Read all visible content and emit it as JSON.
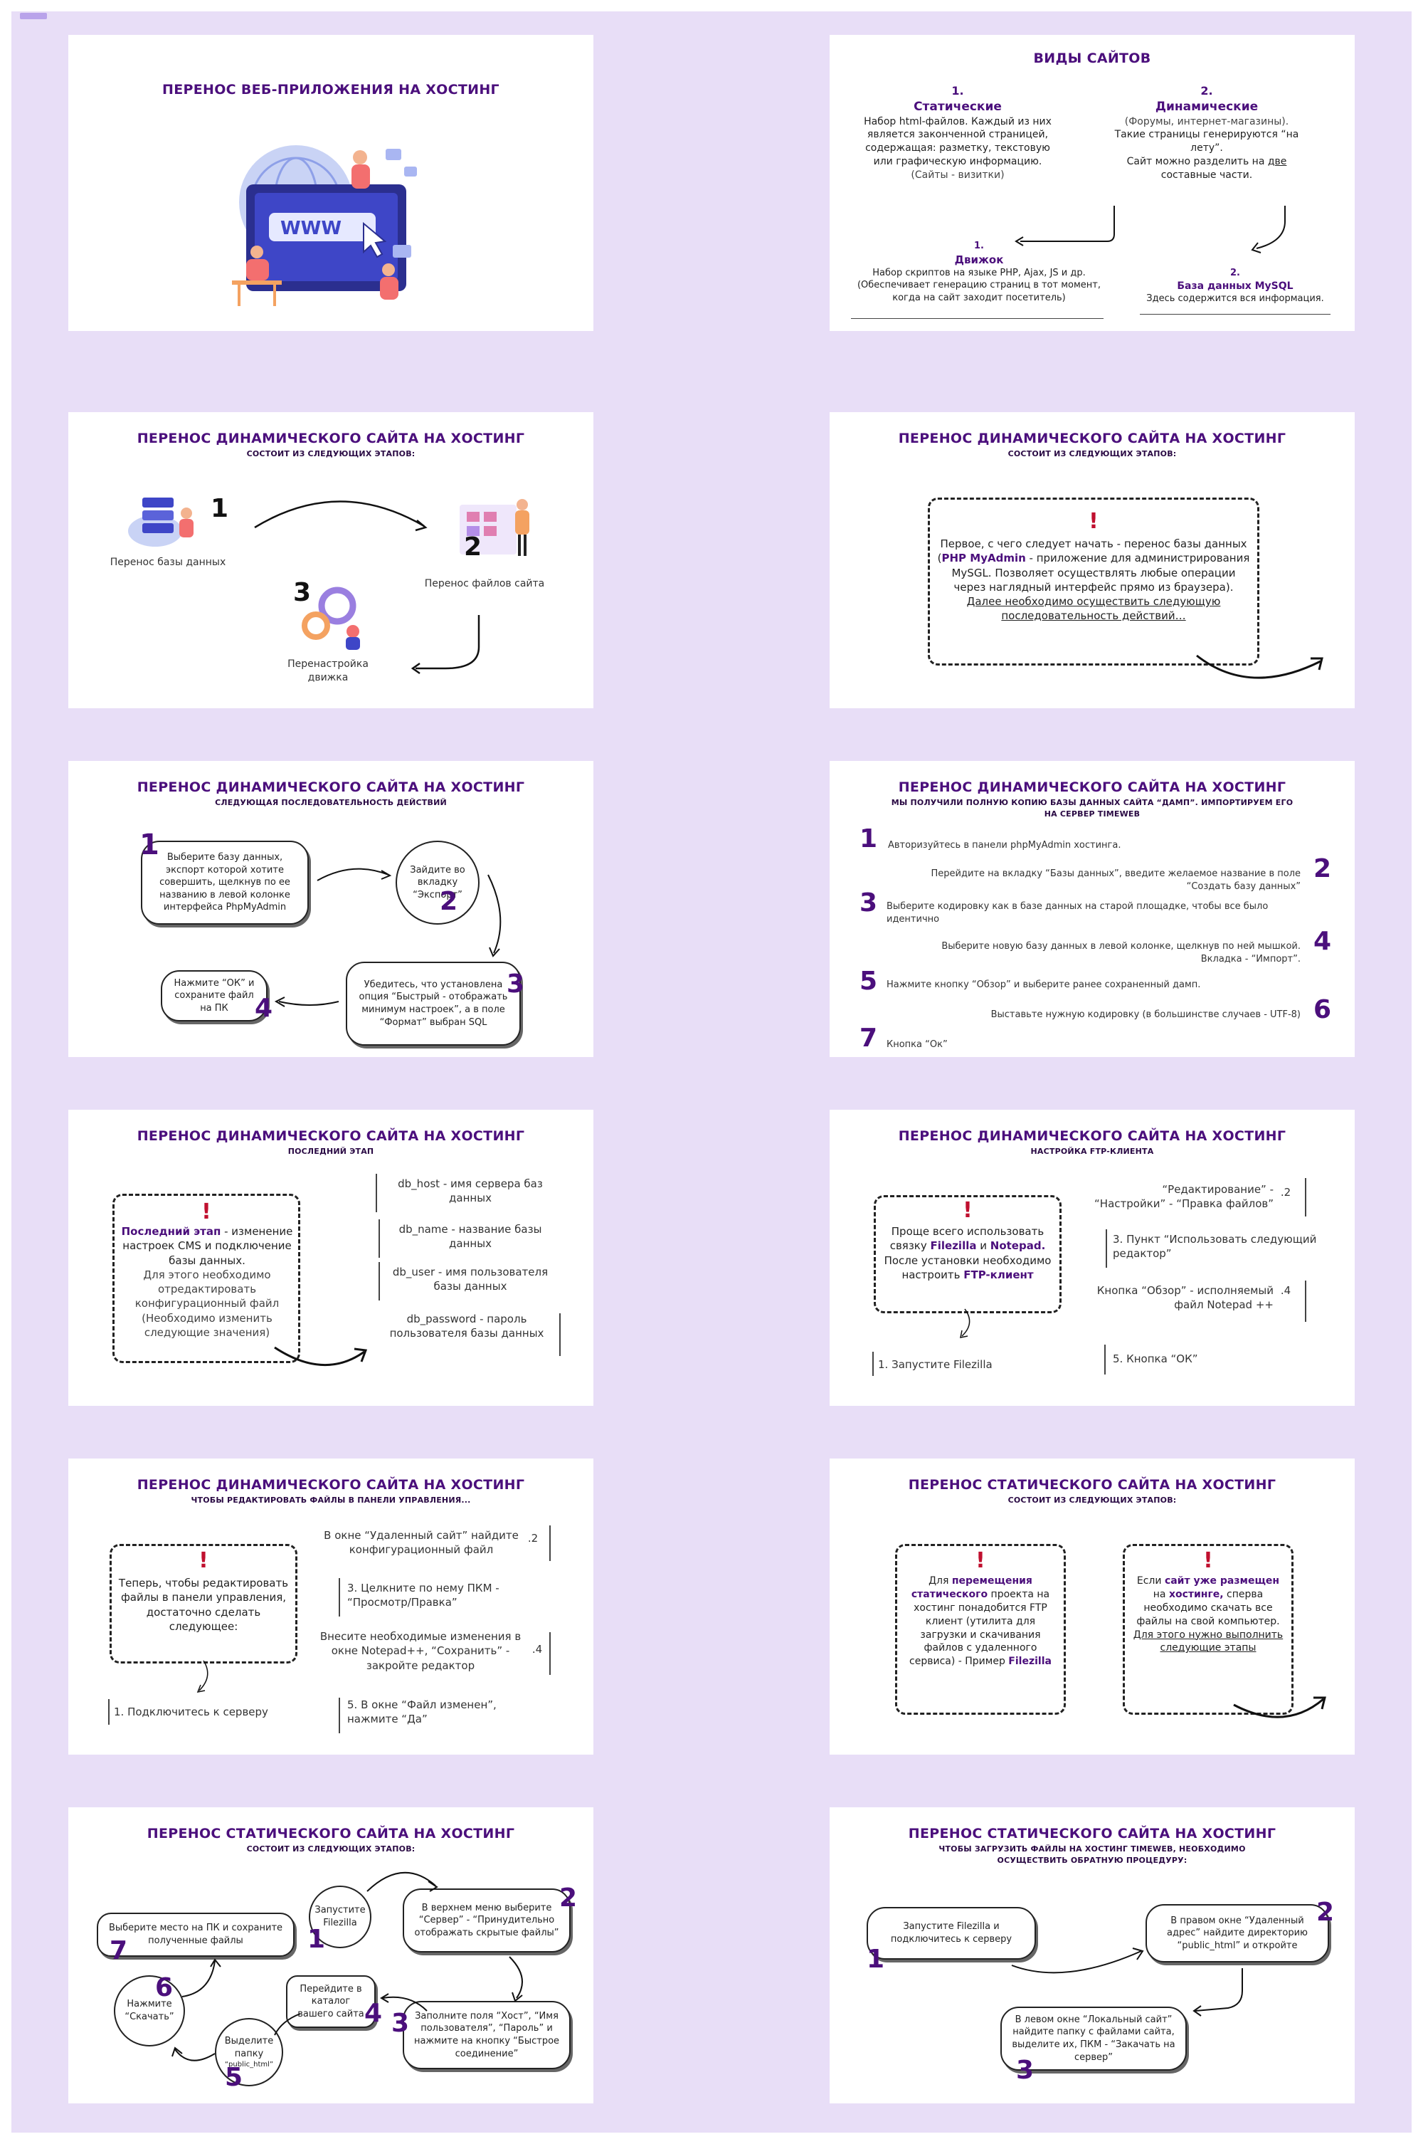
{
  "board_tag": "",
  "s1": {
    "title": "Перенос веб-приложения на хостинг",
    "www": "WWW"
  },
  "s2": {
    "title": "Виды сайтов",
    "static_num": "1.",
    "static_title": "Статические",
    "static_text": "Набор html-файлов. Каждый из них является законченной страницей, содержащая: разметку, текстовую или графическую информацию.",
    "static_note": "(Сайты - визитки)",
    "dyn_num": "2.",
    "dyn_title": "Динамические",
    "dyn_note": "(Форумы, интернет-магазины).",
    "dyn_text1": "Такие страницы генерируются “на лету”.",
    "dyn_text2a": "Сайт можно разделить на ",
    "dyn_text2u": "две",
    "dyn_text2b": " составные части.",
    "engine_num": "1.",
    "engine_title": "Движок",
    "engine_text1": "Набор скриптов на языке PHP, Ajax, JS и др.",
    "engine_text2": "(Обеспечивает генерацию страниц в тот момент, когда на сайт заходит посетитель)",
    "db_num": "2.",
    "db_title": "База данных MySQL",
    "db_text": "Здесь содержится вся информация."
  },
  "s3": {
    "title": "Перенос динамического сайта на хостинг",
    "sub": "состоит из следующих этапов:",
    "n1": "1",
    "step1": "Перенос базы данных",
    "n2": "2",
    "step2": "Перенос файлов сайта",
    "n3": "3",
    "step3": "Перенастройка движка"
  },
  "s4": {
    "title": "Перенос динамического сайта на хостинг",
    "sub": "состоит из следующих этапов:",
    "excl": "!",
    "text1": "Первое, с чего следует начать - перенос базы данных (",
    "pma": "PHP MyAdmin",
    "text2": " - приложение для администрирования MySGL. Позволяет осуществлять любые операции через наглядный интерфейс прямо из браузера).",
    "text3": "Далее необходимо осуществить следующую последовательность действий…"
  },
  "s5": {
    "title": "Перенос динамического сайта на хостинг",
    "sub": "следующая последовательность действий",
    "n1": "1",
    "b1": "Выберите базу данных, экспорт которой хотите совершить, щелкнув по ее названию в левой колонке интерфейса PhpMyAdmin",
    "n2": "2",
    "b2": "Зайдите во вкладку “Экспорт”",
    "n3": "3",
    "b3": "Убедитесь, что установлена опция “Быстрый - отображать минимум настроек”, а в поле “Формат” выбран SQL",
    "n4": "4",
    "b4": "Нажмите “ОК” и сохраните файл на ПК"
  },
  "s6": {
    "title": "Перенос динамического сайта на хостинг",
    "sub1": "Мы получили полную копию базы данных сайта “дамп”. Импортируем его",
    "sub2": "на сервер Timeweb",
    "steps": [
      {
        "n": "1",
        "text": "Авторизуйтесь в панели phpMyAdmin хостинга."
      },
      {
        "n": "2",
        "text": "Перейдите на вкладку “Базы данных”, введите желаемое название в поле “Создать базу данных”"
      },
      {
        "n": "3",
        "text": "Выберите кодировку как в базе данных на старой площадке, чтобы все было идентично"
      },
      {
        "n": "4",
        "text": "Выберите новую базу данных в левой колонке, щелкнув по ней мышкой. Вкладка - “Импорт”."
      },
      {
        "n": "5",
        "text": "Нажмите кнопку “Обзор” и выберите ранее сохраненный дамп."
      },
      {
        "n": "6",
        "text": "Выставьте нужную кодировку (в большинстве случаев - UTF-8)"
      },
      {
        "n": "7",
        "text": "Кнопка “Ок”"
      }
    ]
  },
  "s7": {
    "title": "Перенос динамического сайта на хостинг",
    "sub": "последний этап",
    "excl": "!",
    "lead": "Последний этап",
    "text1": " - изменение настроек CMS и подключение базы данных.",
    "text2": "Для этого необходимо отредактировать конфигурационный файл (Необходимо изменить следующие значения)",
    "items": [
      "db_host - имя сервера баз данных",
      "db_name - название базы данных",
      "db_user - имя пользователя базы данных",
      "db_password - пароль пользователя базы данных"
    ]
  },
  "s8": {
    "title": "Перенос динамического сайта на хостинг",
    "sub": "настройка FTP-клиента",
    "excl": "!",
    "t1": "Проще всего использовать связку ",
    "fz": "Filezilla",
    "t2": " и ",
    "np": "Notepad.",
    "t3": " После установки необходимо настроить ",
    "ftp": "FTP-клиент",
    "i1": "1. Запустите Filezilla",
    "i2": "“Редактирование” - “Настройки” - “Правка файлов”",
    "i2n": ".2",
    "i3": "3. Пункт “Использовать следующий редактор”",
    "i4": "Кнопка “Обзор” - исполняемый файл Notepad ++",
    "i4n": ".4",
    "i5": "5. Кнопка “ОК”"
  },
  "s9": {
    "title": "Перенос динамического сайта на хостинг",
    "sub": "Чтобы редактировать файлы в панели управления...",
    "excl": "!",
    "box": "Теперь, чтобы редактировать файлы в панели управления, достаточно сделать следующее:",
    "i1": "1. Подключитесь к серверу",
    "i2": "В окне “Удаленный сайт” найдите конфигурационный файл",
    "i2n": ".2",
    "i3": "3. Целкните по нему ПКМ - “Просмотр/Правка”",
    "i4": "Внесите необходимые изменения в окне Notepad++, “Сохранить” - закройте редактор",
    "i4n": ".4",
    "i5": "5. В окне “Файл изменен”, нажмите “Да”"
  },
  "s10": {
    "title": "Перенос статического сайта на хостинг",
    "sub": "состоит из следующих этапов:",
    "excl": "!",
    "a1": "Для ",
    "a2": "перемещения статического",
    "a3": " проекта на хостинг понадобится FTP клиент (утилита для загрузки и скачивания файлов с удаленного сервиса) - Пример ",
    "a4": "Filezilla",
    "b1": "Если ",
    "b2": "сайт уже размещен",
    "b3": " на ",
    "b4": "хостинге,",
    "b5": " сперва необходимо скачать все файлы на свой компьютер. ",
    "b6": "Для этого нужно выполнить следующие этапы"
  },
  "s11": {
    "title": "Перенос статического сайта на хостинг",
    "sub": "состоит из следующих этапов:",
    "n1": "1",
    "b1": "Запустите Filezilla",
    "n2": "2",
    "b2": "В верхнем меню выберите “Сервер” - “Принудительно отображать скрытые файлы”",
    "n3": "3",
    "b3": "Заполните поля “Хост”, “Имя пользователя”, “Пароль” и нажмите на кнопку “Быстрое соединение”",
    "n4": "4",
    "b4": "Перейдите в каталог вашего сайта",
    "n5": "5",
    "b5": "Выделите папку",
    "b5s": "“public_html”",
    "n6": "6",
    "b6": "Нажмите “Скачать”",
    "n7": "7",
    "b7": "Выберите место на ПК и сохраните полученные файлы"
  },
  "s12": {
    "title": "Перенос статического сайта на хостинг",
    "sub1": "Чтобы загрузить файлы на хостинг Timeweb, необходимо",
    "sub2": "осуществить обратную процедуру:",
    "n1": "1",
    "b1": "Запустите Filezilla и подключитесь к серверу",
    "n2": "2",
    "b2": "В правом окне “Удаленный адрес” найдите директорию “public_html” и откройте",
    "n3": "3",
    "b3": "В левом окне “Локальный сайт” найдите папку с файлами сайта, выделите их, ПКМ - “Закачать на сервер”"
  }
}
